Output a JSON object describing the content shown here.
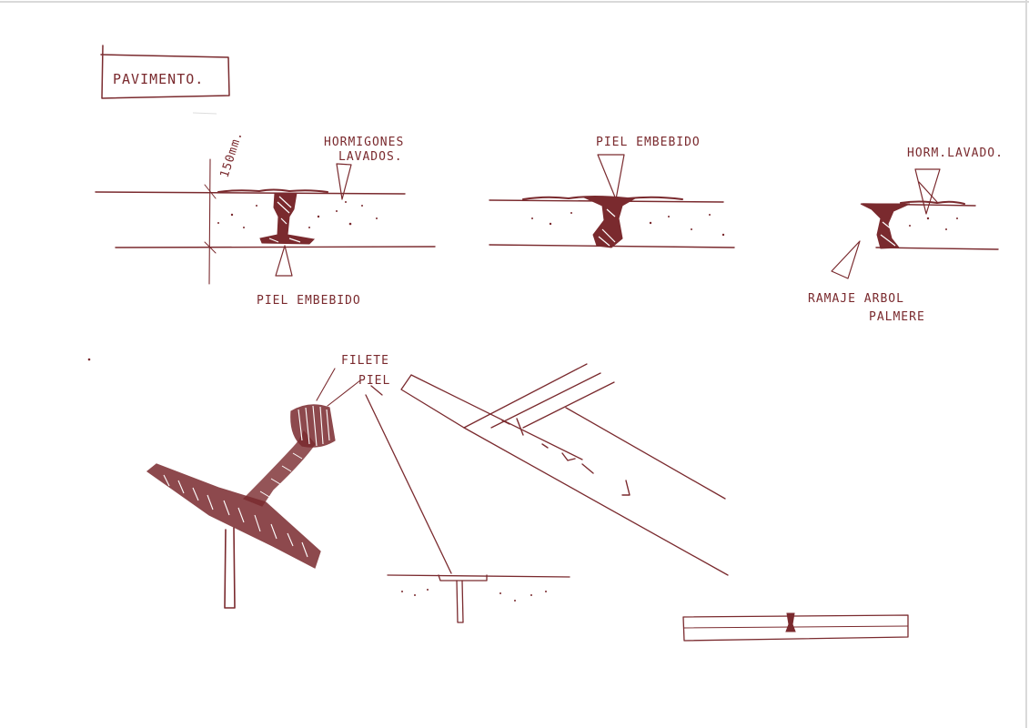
{
  "sheet": {
    "title": "PAVIMENTO.",
    "ink_color": "#7a2a2e",
    "paper_color": "#ffffff"
  },
  "detail_1": {
    "dimension": "150mm.",
    "label_concrete_1": "HORMIGONES",
    "label_concrete_2": "LAVADOS.",
    "label_bottom": "PIEL EMBEBIDO"
  },
  "detail_2": {
    "label_top": "PIEL EMBEBIDO"
  },
  "detail_3": {
    "label_top": "HORM.LAVADO.",
    "label_bottom_1": "RAMAJE ARBOL",
    "label_bottom_2": "PALMERE"
  },
  "perspective": {
    "label_1": "FILETE",
    "label_2": "PIEL"
  }
}
